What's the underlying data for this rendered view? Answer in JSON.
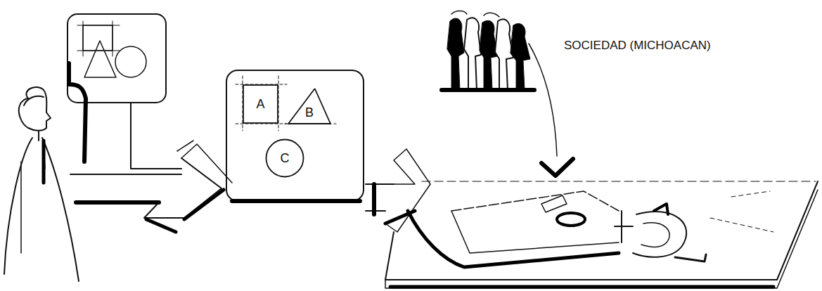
{
  "diagram": {
    "nodes": [
      {
        "text": [
          "A"
        ]
      },
      {
        "text": [
          "B"
        ]
      },
      {
        "text": [
          "C"
        ]
      }
    ],
    "labels": [
      "SOCIEDAD (MICHOACAN)"
    ]
  }
}
